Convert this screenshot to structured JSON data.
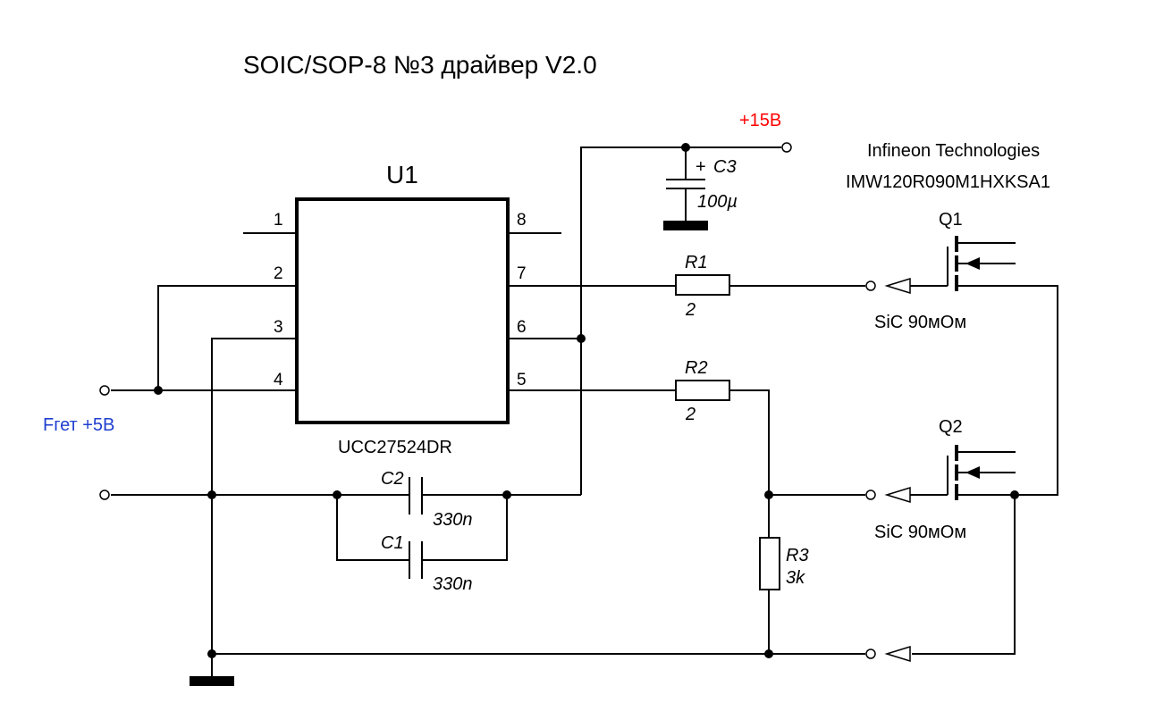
{
  "title": "SOIC/SOP-8 №3 драйвер V2.0",
  "supply_label": "+15В",
  "input_label": "Fгет +5В",
  "transistor_maker": "Infineon Technologies",
  "transistor_part": "IMW120R090M1HXKSA1",
  "ic": {
    "ref": "U1",
    "part": "UCC27524DR",
    "pins": [
      "1",
      "2",
      "3",
      "4",
      "5",
      "6",
      "7",
      "8"
    ]
  },
  "components": {
    "r1": {
      "ref": "R1",
      "value": "2"
    },
    "r2": {
      "ref": "R2",
      "value": "2"
    },
    "r3": {
      "ref": "R3",
      "value": "3k"
    },
    "c1": {
      "ref": "C1",
      "value": "330n"
    },
    "c2": {
      "ref": "C2",
      "value": "330n"
    },
    "c3": {
      "ref": "C3",
      "value": "100µ",
      "polarity": "+"
    },
    "q1": {
      "ref": "Q1",
      "desc": "SiC 90мОм"
    },
    "q2": {
      "ref": "Q2",
      "desc": "SiC 90мОм"
    }
  },
  "colors": {
    "supply": "#ff0000",
    "input": "#1f3fcf"
  }
}
